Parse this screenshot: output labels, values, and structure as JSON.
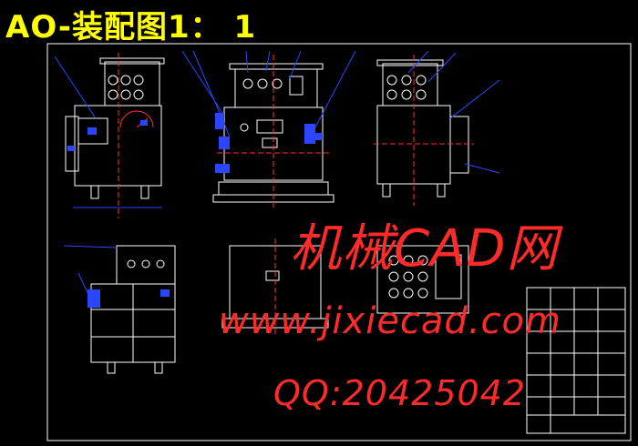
{
  "title": "AO-装配图1： 1",
  "watermarks": {
    "brand": "机械CAD网",
    "url": "www.jixiecad.com",
    "qq": "QQ:20425042"
  },
  "colors": {
    "background": "#000000",
    "title": "#ffff00",
    "watermark": "#ff2a2a",
    "outline": "#ffffff",
    "leader": "#2a46ff",
    "centerline": "#ff3030",
    "accent": "#35c5ff",
    "part": "#2a46ff"
  }
}
